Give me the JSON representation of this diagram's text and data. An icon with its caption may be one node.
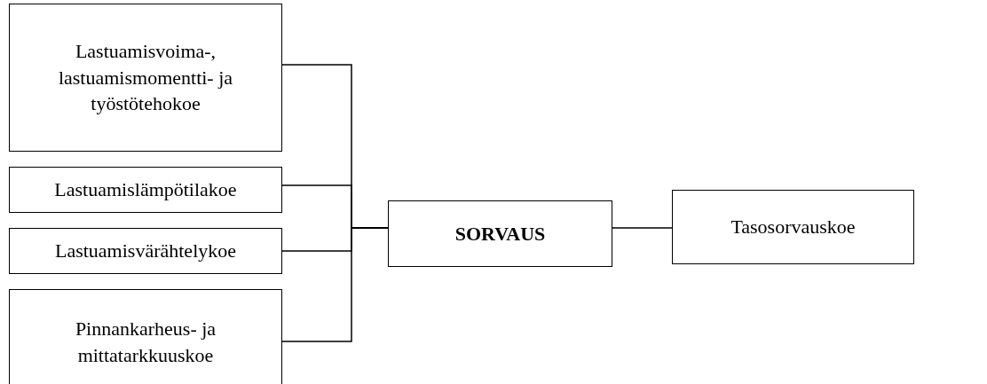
{
  "diagram": {
    "nodes": [
      {
        "text": [
          "Lastuamisvoima-, lastuamismomentti- ja työstötehokoe"
        ]
      },
      {
        "text": [
          "Lastuamislämpötilakoe"
        ]
      },
      {
        "text": [
          "Lastuamisvärähtelykoe"
        ]
      },
      {
        "text": [
          "Pinnankarheus- ja mittatarkkuuskoe"
        ]
      },
      {
        "text": [
          "SORVAUS"
        ]
      },
      {
        "text": [
          "Tasosorvauskoe"
        ]
      }
    ],
    "edges": [
      {
        "from": 0,
        "to": 4,
        "arrow": "none"
      },
      {
        "from": 1,
        "to": 4,
        "arrow": "none"
      },
      {
        "from": 2,
        "to": 4,
        "arrow": "none"
      },
      {
        "from": 3,
        "to": 4,
        "arrow": "none"
      },
      {
        "from": 4,
        "to": 5,
        "arrow": "none"
      }
    ]
  }
}
